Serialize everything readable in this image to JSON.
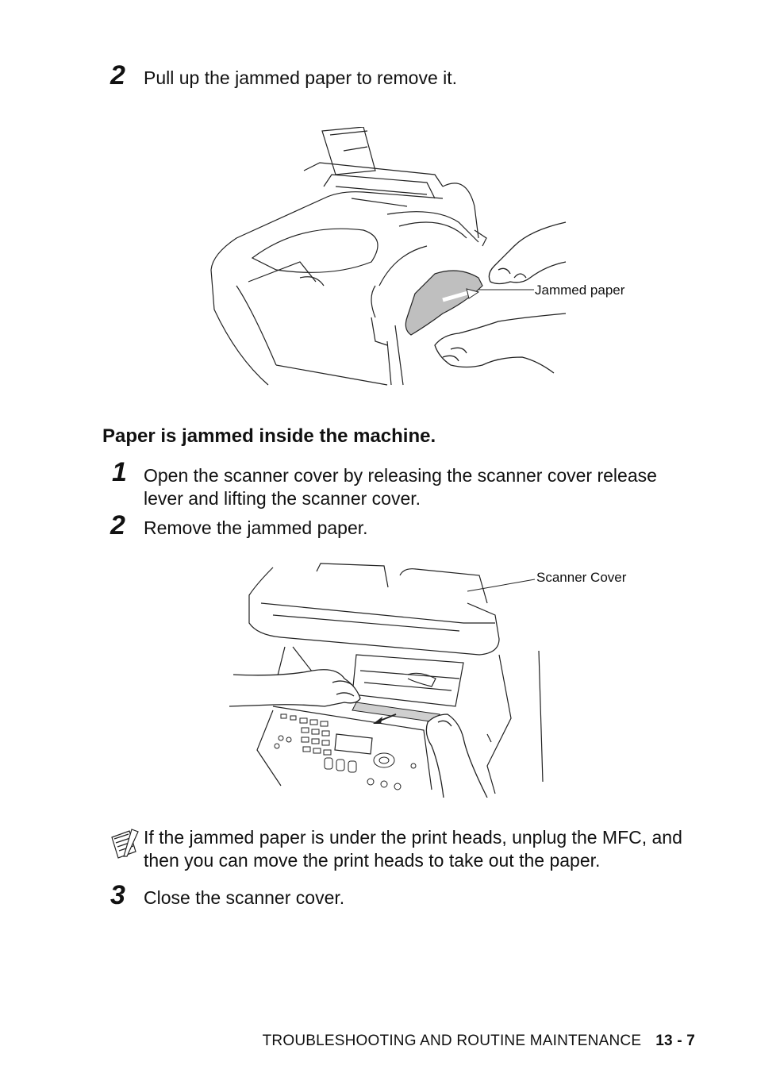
{
  "steps_top": [
    {
      "number": "2",
      "text": "Pull up the jammed paper to remove it."
    }
  ],
  "figure1": {
    "callout": "Jammed paper"
  },
  "section_heading": "Paper is jammed inside the machine.",
  "steps_inside": [
    {
      "number": "1",
      "text": "Open the scanner cover by releasing the scanner cover release lever and lifting the scanner cover."
    },
    {
      "number": "2",
      "text": "Remove the jammed paper."
    }
  ],
  "figure2": {
    "callout": "Scanner Cover"
  },
  "note": {
    "icon": "note-pad-icon",
    "text": "If the jammed paper is under the print heads, unplug the MFC, and then you can move the print heads to take out the paper."
  },
  "step_final": {
    "number": "3",
    "text": "Close the scanner cover."
  },
  "footer": {
    "section": "TROUBLESHOOTING AND ROUTINE MAINTENANCE",
    "page": "13 - 7"
  }
}
